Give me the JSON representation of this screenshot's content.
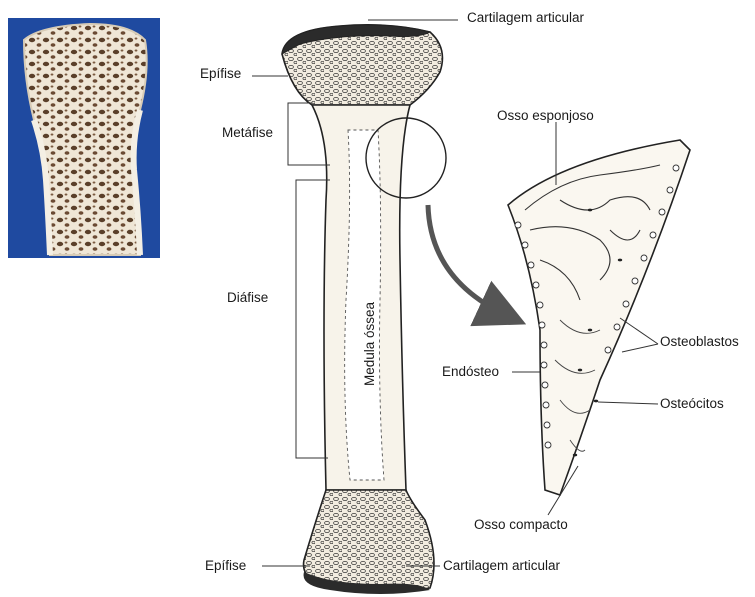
{
  "labels": {
    "cartilagem_top": "Cartilagem articular",
    "epifise_top": "Epífise",
    "metafise": "Metáfise",
    "diafise": "Diáfise",
    "medula": "Medula óssea",
    "osso_esponjoso": "Osso esponjoso",
    "osteoblastos": "Osteoblastos",
    "endosteo": "Endósteo",
    "osteocitos": "Osteócitos",
    "osso_compacto": "Osso compacto",
    "epifise_bottom": "Epífise",
    "cartilagem_bottom": "Cartilagem articular"
  },
  "colors": {
    "photo_background": "#1f4aa0",
    "bone_tissue": "#efe6d6",
    "marrow_holes": "#5a3f2a",
    "line": "#222222",
    "arrow": "#555555"
  }
}
